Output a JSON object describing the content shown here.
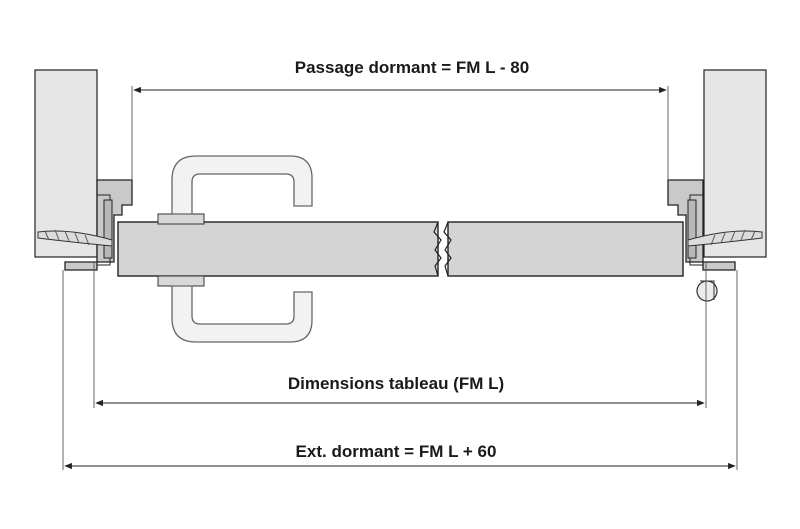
{
  "dimensions": {
    "passage": "Passage dormant = FM L - 80",
    "tableau": "Dimensions tableau (FM L)",
    "exterior": "Ext. dormant = FM L + 60"
  },
  "colors": {
    "wall": "#e6e6e6",
    "frame": "#c9c9c9",
    "leaf": "#d4d4d4",
    "line": "#222222",
    "handle_outline": "#666666"
  }
}
